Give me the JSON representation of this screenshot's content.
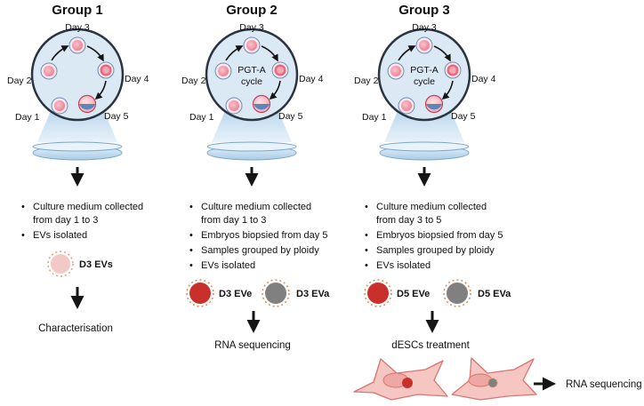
{
  "groups": [
    {
      "title": "Group 1",
      "days": {
        "d1": "Day 1",
        "d2": "Day 2",
        "d3": "Day 3",
        "d4": "Day 4",
        "d5": "Day 5"
      },
      "cycle_label": [],
      "bullets": [
        [
          "Culture medium collected",
          "from day 1 to 3"
        ],
        [
          "EVs isolated"
        ]
      ],
      "evs": [
        {
          "label": "D3 EVs",
          "color": "#f2c9c6"
        }
      ],
      "outcome": "Characterisation"
    },
    {
      "title": "Group 2",
      "days": {
        "d1": "Day 1",
        "d2": "Day 2",
        "d3": "Day 3",
        "d4": "Day 4",
        "d5": "Day 5"
      },
      "cycle_label": [
        "PGT-A",
        "cycle"
      ],
      "bullets": [
        [
          "Culture medium collected",
          "from day 1 to 3"
        ],
        [
          "Embryos biopsied from day 5"
        ],
        [
          "Samples grouped by ploidy"
        ],
        [
          "EVs isolated"
        ]
      ],
      "evs": [
        {
          "label": "D3 EVe",
          "color": "#c9302c"
        },
        {
          "label": "D3 EVa",
          "color": "#808080"
        }
      ],
      "outcome": "RNA sequencing"
    },
    {
      "title": "Group 3",
      "days": {
        "d1": "Day 1",
        "d2": "Day 2",
        "d3": "Day 3",
        "d4": "Day 4",
        "d5": "Day 5"
      },
      "cycle_label": [
        "PGT-A",
        "cycle"
      ],
      "bullets": [
        [
          "Culture medium collected",
          "from day 3 to 5"
        ],
        [
          "Embryos biopsied from day 5"
        ],
        [
          "Samples grouped by ploidy"
        ],
        [
          "EVs isolated"
        ]
      ],
      "evs": [
        {
          "label": "D5 EVe",
          "color": "#c9302c"
        },
        {
          "label": "D5 EVa",
          "color": "#808080"
        }
      ],
      "outcome": "dESCs treatment"
    }
  ],
  "cells_outcome": "RNA sequencing",
  "colors": {
    "dish_bg": "#dbe9f5",
    "dish_border": "#2b3440",
    "embryo": "#f08ea0",
    "cell_fill": "#f6c6c3",
    "cell_stroke": "#d9756f",
    "arrow": "#151515"
  }
}
